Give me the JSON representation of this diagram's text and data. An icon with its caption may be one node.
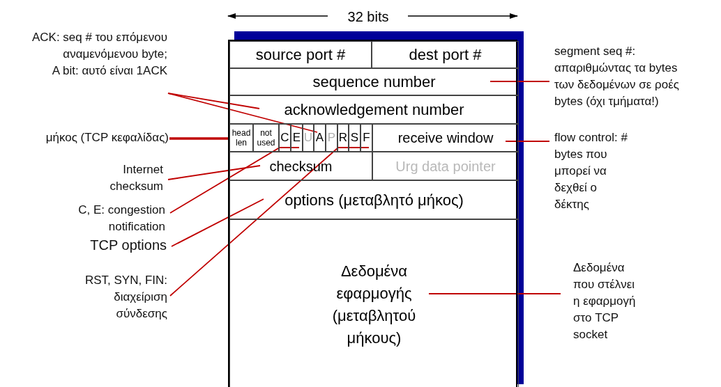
{
  "diagram": {
    "nodes": [
      {
        "text": [],
        "shape": "box"
      },
      {
        "text": [
          "source port #"
        ],
        "in": 0
      },
      {
        "text": [
          "dest port #"
        ],
        "in": 0
      },
      {
        "text": [
          "sequence number"
        ],
        "in": 0
      },
      {
        "text": [
          "acknowledgement number"
        ],
        "in": 0
      },
      {
        "text": [
          "head len"
        ],
        "in": 0
      },
      {
        "text": [
          "not used"
        ],
        "in": 0
      },
      {
        "text": [
          "C"
        ],
        "in": 0
      },
      {
        "text": [
          "E"
        ],
        "in": 0
      },
      {
        "text": [
          "U"
        ],
        "in": 0
      },
      {
        "text": [
          "A"
        ],
        "in": 0
      },
      {
        "text": [
          "P"
        ],
        "in": 0
      },
      {
        "text": [
          "R"
        ],
        "in": 0
      },
      {
        "text": [
          "S"
        ],
        "in": 0
      },
      {
        "text": [
          "F"
        ],
        "in": 0
      },
      {
        "text": [
          "receive window"
        ],
        "in": 0
      },
      {
        "text": [
          "checksum"
        ],
        "in": 0
      },
      {
        "text": [
          "Urg data pointer"
        ],
        "in": 0
      },
      {
        "text": [
          "options (μεταβλητό μήκος)"
        ],
        "in": 0
      },
      {
        "text": [
          "Δεδομένα εφαρμογής (μεταβλητού μήκους)"
        ],
        "in": 0
      },
      {
        "text": [
          "ACK: seq # του επόμενου αναμενόμενου byte;",
          "A bit: αυτό είναι 1ACK"
        ]
      },
      {
        "text": [
          "μήκος (TCP κεφαλίδας)"
        ]
      },
      {
        "text": [
          "Internet checksum"
        ]
      },
      {
        "text": [
          "C, E: congestion notification"
        ]
      },
      {
        "text": [
          "TCP options"
        ]
      },
      {
        "text": [
          "RST, SYN, FIN: διαχείριση σύνδεσης"
        ]
      },
      {
        "text": [
          "segment seq #: απαριθμώντας τα bytes των δεδομένων σε ροές bytes (όχι τμήματα!)"
        ]
      },
      {
        "text": [
          "flow control: # bytes που μπορεί να δεχθεί ο δέκτης"
        ]
      },
      {
        "text": [
          "Δεδομένα που στέλνει η εφαρμογή στο TCP socket"
        ]
      }
    ],
    "edges": [
      {
        "from": 20,
        "to": 4,
        "arrow": "none"
      },
      {
        "from": 20,
        "to": 10,
        "arrow": "none"
      },
      {
        "from": 21,
        "to": 5,
        "arrow": "none",
        "style": "thick"
      },
      {
        "from": 22,
        "to": 16,
        "arrow": "none"
      },
      {
        "from": 23,
        "to": 7,
        "arrow": "none"
      },
      {
        "from": 23,
        "to": 8,
        "arrow": "none"
      },
      {
        "from": 24,
        "to": 18,
        "arrow": "none"
      },
      {
        "from": 25,
        "to": 12,
        "arrow": "none"
      },
      {
        "from": 25,
        "to": 13,
        "arrow": "none"
      },
      {
        "from": 25,
        "to": 14,
        "arrow": "none"
      },
      {
        "from": 26,
        "to": 3,
        "arrow": "none"
      },
      {
        "from": 27,
        "to": 15,
        "arrow": "none"
      },
      {
        "from": 28,
        "to": 19,
        "arrow": "none"
      }
    ],
    "labels": [
      "32 bits"
    ]
  }
}
